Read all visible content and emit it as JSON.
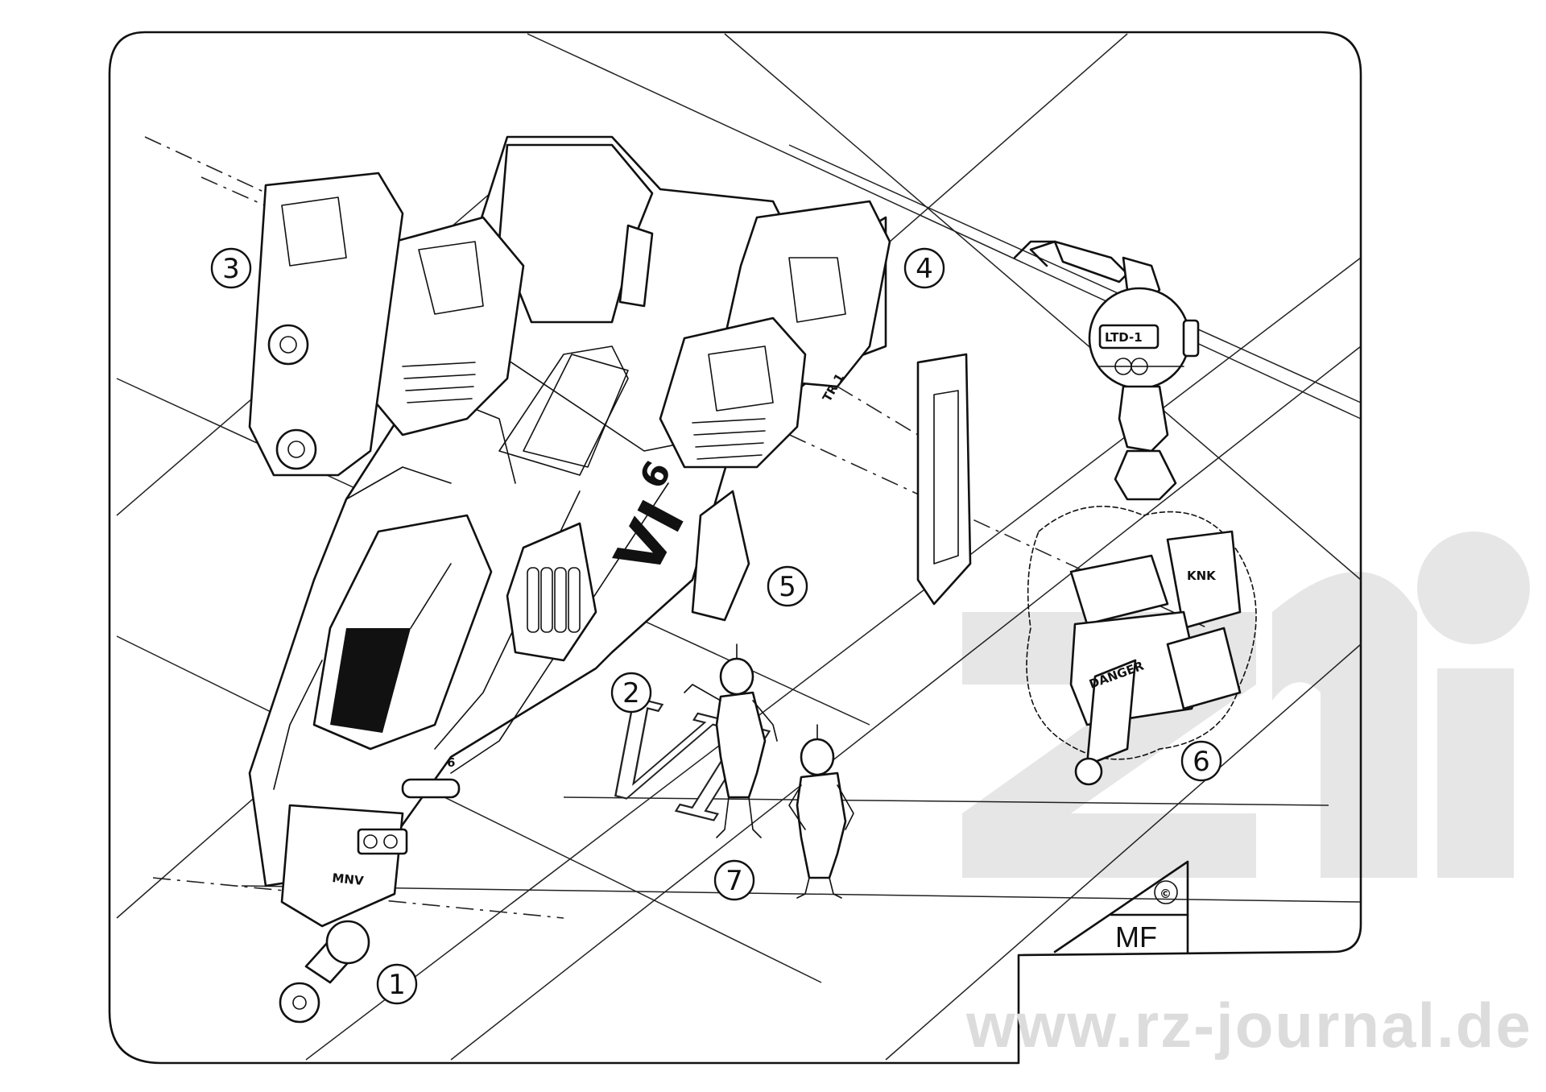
{
  "callouts": [
    "1",
    "2",
    "3",
    "4",
    "5",
    "6",
    "7"
  ],
  "hull_markings": {
    "main_number": "VI",
    "side_number": "6",
    "pod_code": "TR 1",
    "nose_code": "MNV",
    "nose_number": "6",
    "floor_marking": "VI"
  },
  "drone": {
    "label": "LTD-1"
  },
  "cannon": {
    "label": "KNK",
    "warning": "DANGER"
  },
  "signature": {
    "initials": "MF",
    "copyright": "©"
  },
  "watermark": {
    "url": "www.rz-journal.de"
  },
  "colors": {
    "ink": "#111111",
    "paper": "#ffffff",
    "watermark": "#e0e0e0"
  }
}
